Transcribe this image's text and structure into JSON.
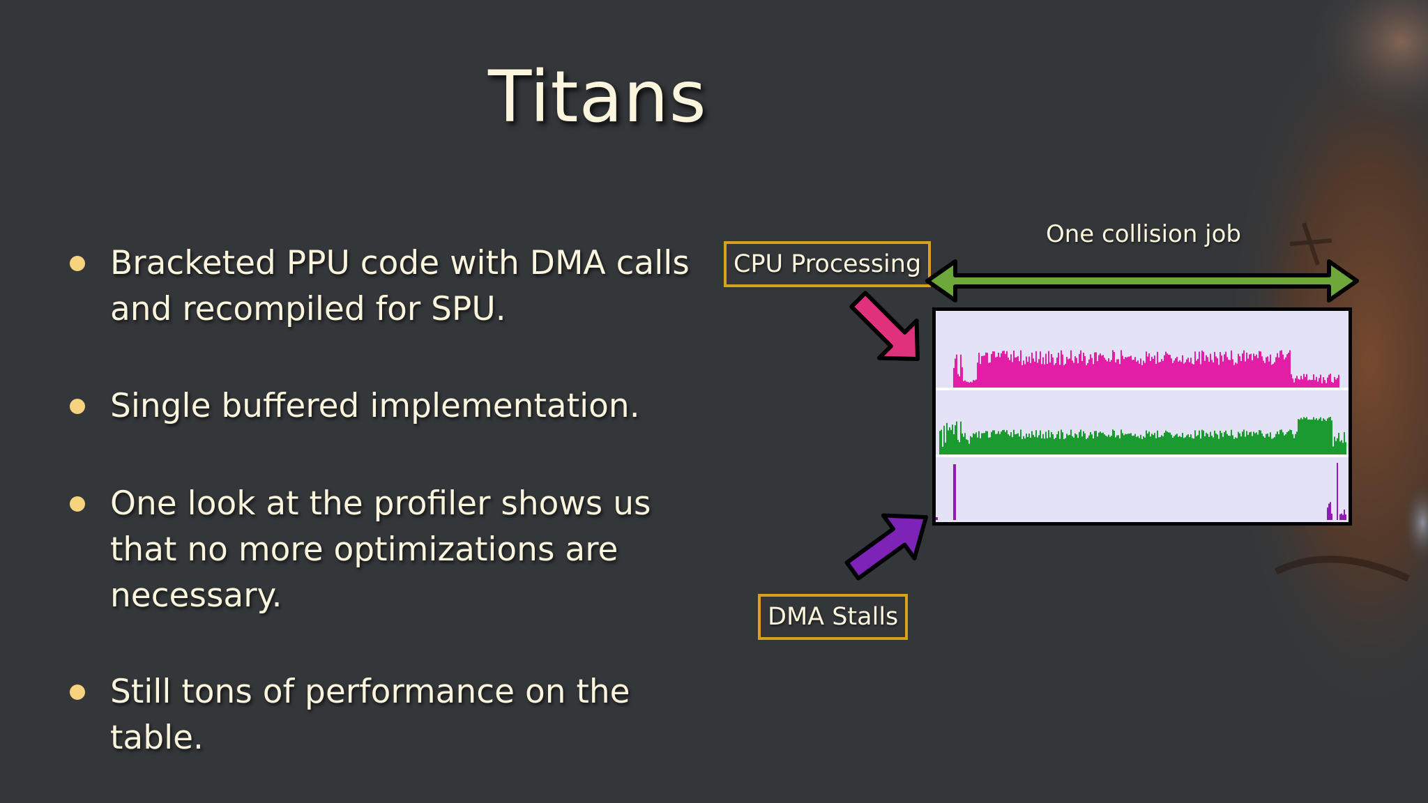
{
  "slide": {
    "title": "Titans",
    "bullets": [
      {
        "text": "Bracketed PPU code with DMA calls and recompiled for SPU."
      },
      {
        "text": "Single buffered implementation."
      },
      {
        "text": "One look at the profiler shows us that no more optimizations are necessary."
      },
      {
        "text": "Still tons of performance on the table."
      }
    ]
  },
  "diagram": {
    "job_label": "One collision job",
    "cpu_label": "CPU Processing",
    "dma_label": "DMA Stalls",
    "colors": {
      "background": "#34373a",
      "text": "#fbf5de",
      "bullet_dot": "#f7d27f",
      "tag_border": "#d9a21d",
      "span_arrow": "#6fa83a",
      "cpu_arrow": "#e0317d",
      "dma_arrow": "#7d23b8",
      "cpu_trace": "#e21da6",
      "dma_trace": "#1a9a2f",
      "stall_trace": "#8f1cb0",
      "profiler_bg": "#e3e2f7"
    },
    "icons": {
      "span": "double-headed-arrow-icon",
      "cpu_pointer": "arrow-icon",
      "dma_pointer": "arrow-icon"
    }
  }
}
